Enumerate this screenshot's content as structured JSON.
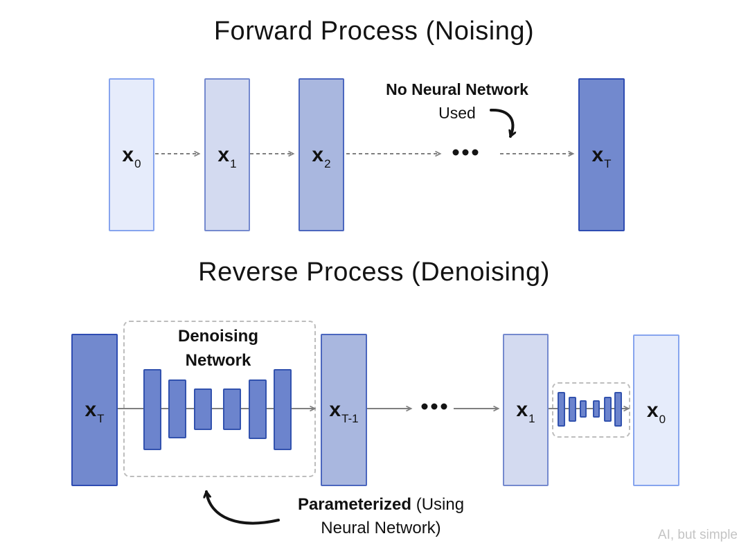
{
  "forward_section": {
    "title": "Forward Process (Noising)",
    "nodes": [
      {
        "base": "x",
        "sub": "0"
      },
      {
        "base": "x",
        "sub": "1"
      },
      {
        "base": "x",
        "sub": "2"
      },
      {
        "base": "x",
        "sub": "T"
      }
    ],
    "annotation": {
      "line1": "No Neural Network",
      "line2": "Used"
    }
  },
  "reverse_section": {
    "title": "Reverse Process (Denoising)",
    "nodes": [
      {
        "base": "x",
        "sub": "T"
      },
      {
        "base": "x",
        "sub": "T-1"
      },
      {
        "base": "x",
        "sub": "1"
      },
      {
        "base": "x",
        "sub": "0"
      }
    ],
    "network_box": {
      "line1": "Denoising",
      "line2": "Network"
    },
    "annotation": {
      "bold": "Parameterized",
      "rest": " (Using",
      "line2": "Neural Network)"
    }
  },
  "watermark": "AI, but simple",
  "colors": {
    "x0_fill": "#e6ecfb",
    "x0_border": "#86a4ee",
    "x1_fill": "#d3daf0",
    "x1_border": "#7489ce",
    "x2_fill": "#a9b7df",
    "x2_border": "#4b66be",
    "xt_fill": "#7289ce",
    "xt_border": "#2e4cb2",
    "bar_fill": "#6c84cd",
    "bar_border": "#3252ae",
    "dashed_box": "#bdbdbd",
    "arrow_gray": "#7f7f7f",
    "ink": "#141414",
    "watermark": "#c4c4c4"
  }
}
